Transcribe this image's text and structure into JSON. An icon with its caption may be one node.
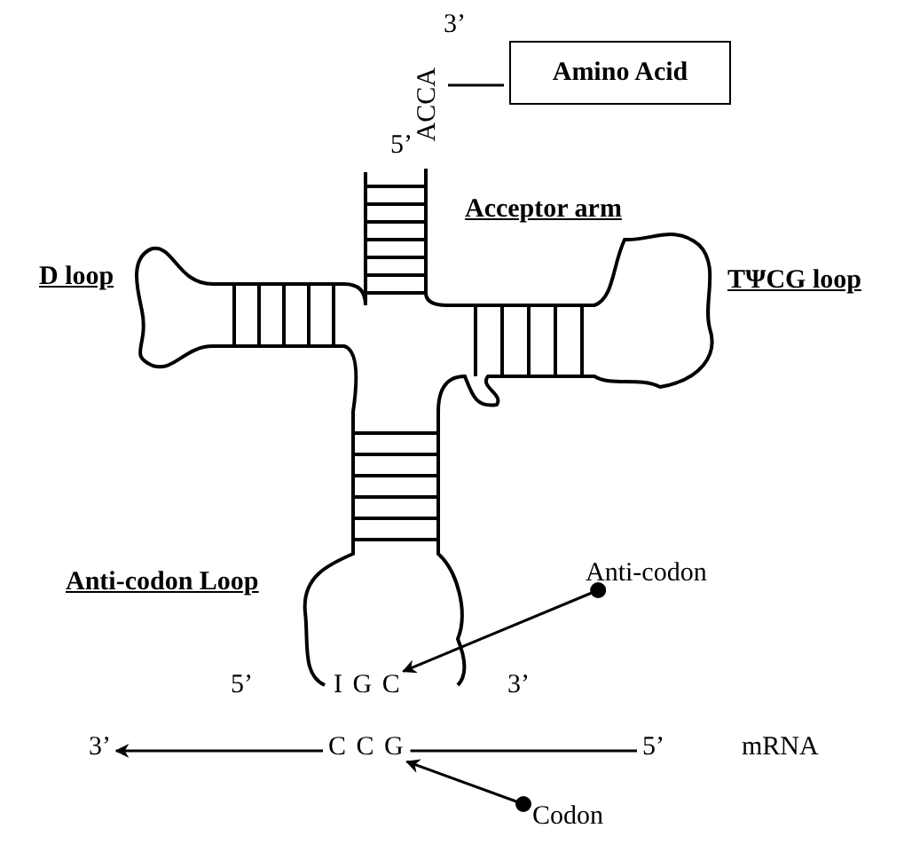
{
  "diagram": {
    "nodes": [
      {
        "text": [
          "Amino Acid"
        ]
      },
      {
        "text": [
          "ACCA"
        ]
      },
      {
        "text": [
          "Anti-codon"
        ]
      },
      {
        "text": [
          "I G C"
        ]
      },
      {
        "text": [
          "Codon"
        ]
      },
      {
        "text": [
          "C C G"
        ]
      },
      {
        "text": [
          "5’"
        ]
      },
      {
        "text": [
          "3’"
        ]
      }
    ],
    "edges": [
      {
        "from": 1,
        "to": 0,
        "arrow": "none"
      },
      {
        "from": 2,
        "to": 3,
        "arrow": "to"
      },
      {
        "from": 4,
        "to": 5,
        "arrow": "to"
      },
      {
        "from": 6,
        "to": 5,
        "arrow": "none"
      },
      {
        "from": 5,
        "to": 7,
        "arrow": "to"
      }
    ],
    "labels": [
      "3’",
      "5’",
      "Acceptor arm",
      "D loop",
      "TΨCG loop",
      "Anti-codon Loop",
      "5’",
      "3’",
      "mRNA"
    ]
  }
}
